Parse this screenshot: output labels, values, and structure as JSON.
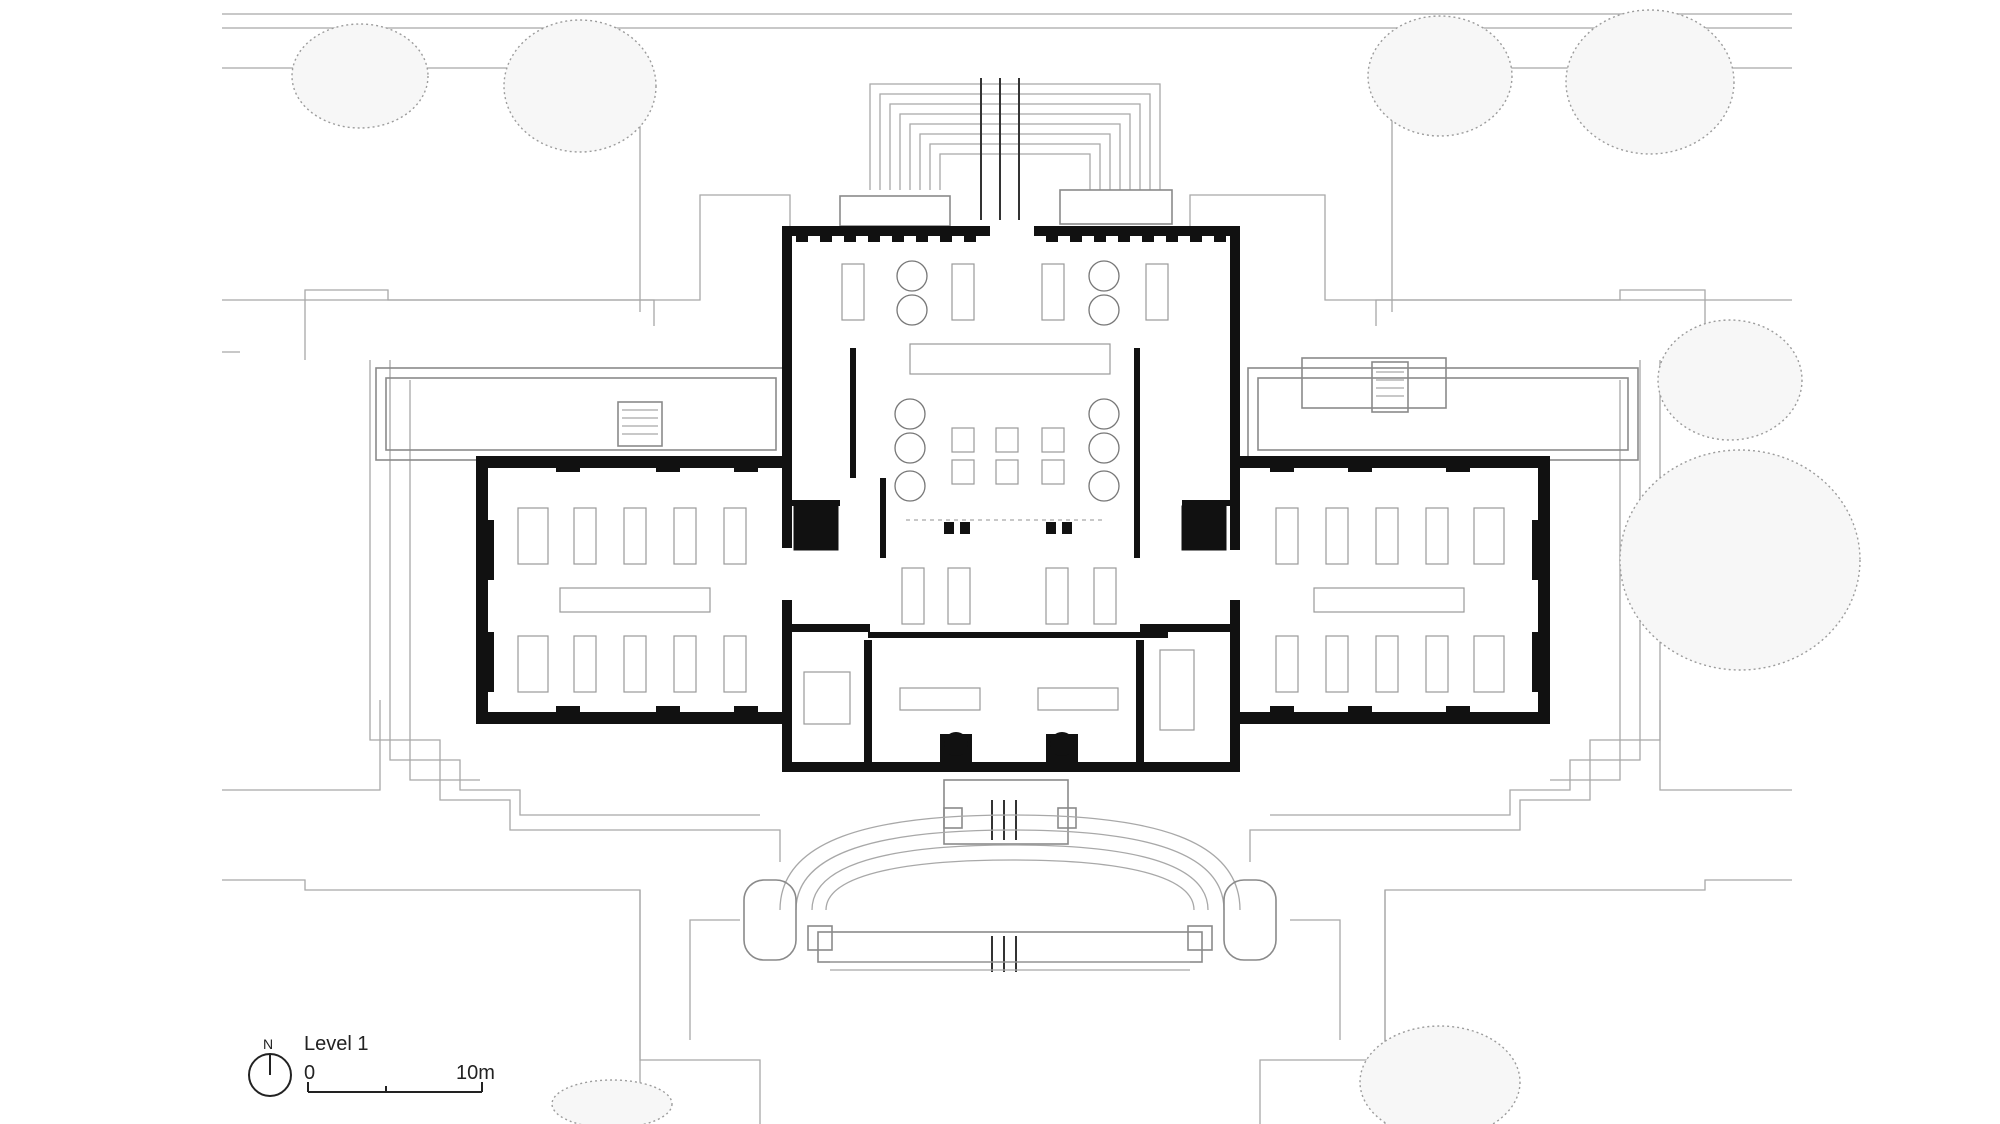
{
  "legend": {
    "north_label": "N",
    "level_label": "Level 1",
    "scale_start": "0",
    "scale_end": "10m"
  },
  "colors": {
    "background": "#ffffff",
    "walls": "#111111",
    "linework": "#a8a8a8",
    "text": "#222222"
  },
  "icons": {
    "north_arrow": "north-arrow-icon",
    "scale_bar": "scale-bar-icon",
    "trees": "tree-icon"
  }
}
